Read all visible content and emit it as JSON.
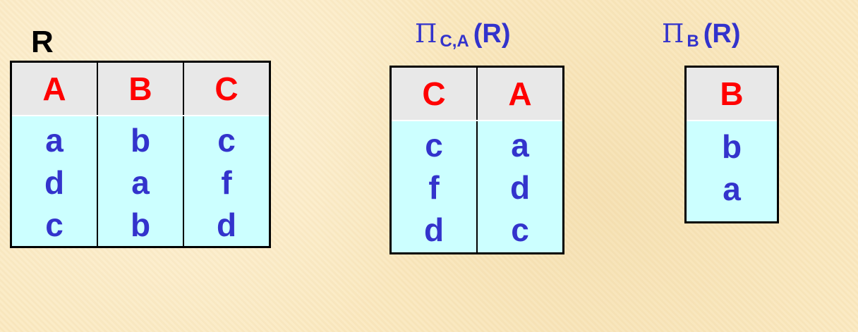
{
  "relation_r": {
    "name": "R",
    "columns": [
      "A",
      "B",
      "C"
    ],
    "rows": [
      [
        "a",
        "b",
        "c"
      ],
      [
        "d",
        "a",
        "f"
      ],
      [
        "c",
        "b",
        "d"
      ]
    ]
  },
  "projection_ca": {
    "operator": "Π",
    "subscript": "C,A",
    "argument": "(R)",
    "columns": [
      "C",
      "A"
    ],
    "rows": [
      [
        "c",
        "a"
      ],
      [
        "f",
        "d"
      ],
      [
        "d",
        "c"
      ]
    ]
  },
  "projection_b": {
    "operator": "Π",
    "subscript": "B",
    "argument": "(R)",
    "columns": [
      "B"
    ],
    "rows": [
      [
        "b"
      ],
      [
        "a"
      ]
    ]
  },
  "colors": {
    "header_text": "#ff0000",
    "value_text": "#3333cc",
    "header_bg": "#e8e8e8",
    "body_bg": "#ccffff",
    "page_bg": "#fbe9c0"
  }
}
